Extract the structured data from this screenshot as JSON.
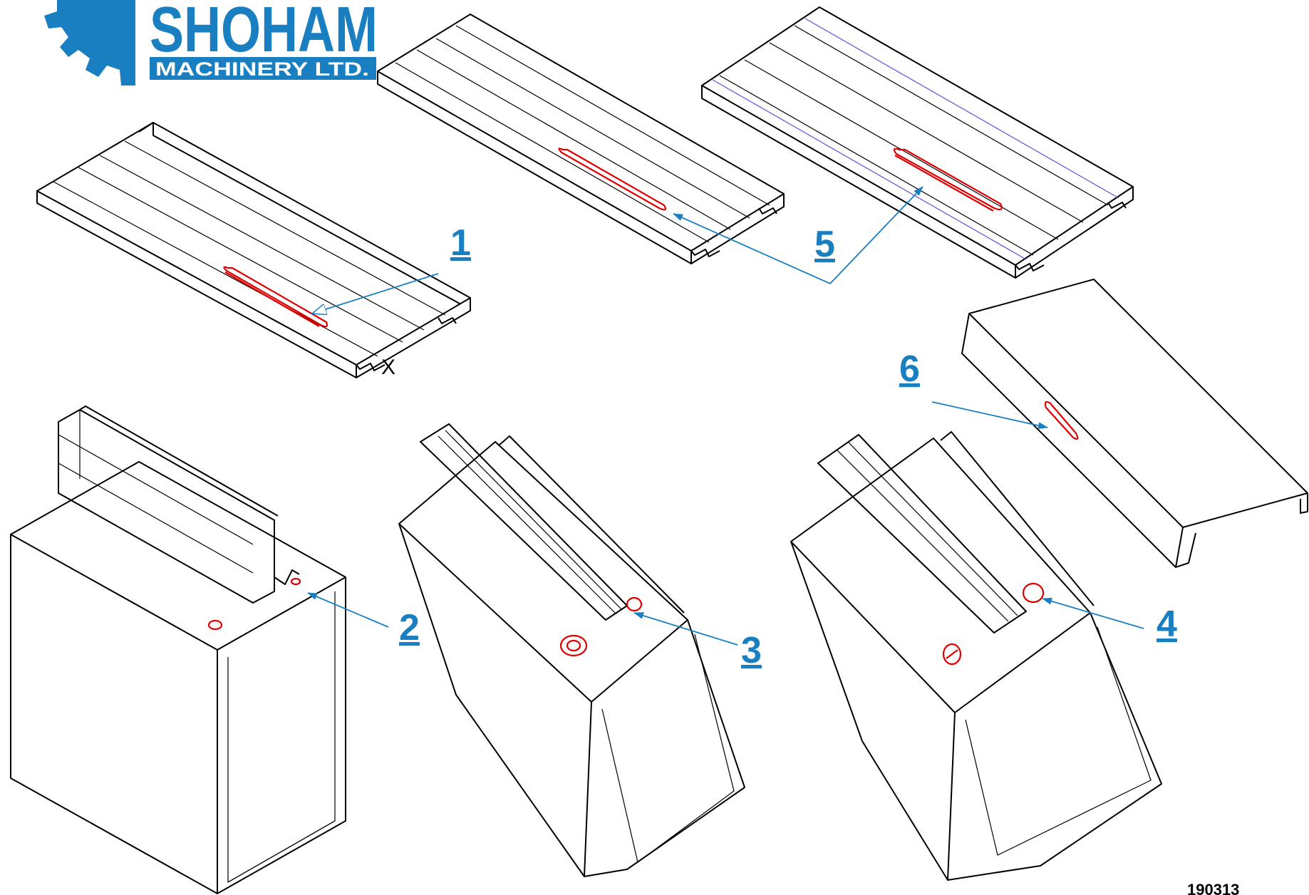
{
  "logo": {
    "name": "SHOHAM",
    "subtitle": "MACHINERY LTD.",
    "brand_color": "#1a7fc1",
    "icon": "gear-icon"
  },
  "markers": {
    "axis_mark": "X"
  },
  "callouts": [
    {
      "label": "1"
    },
    {
      "label": "2"
    },
    {
      "label": "3"
    },
    {
      "label": "4"
    },
    {
      "label": "5"
    },
    {
      "label": "6"
    }
  ],
  "document": {
    "number": "190313"
  },
  "colors": {
    "line": "#000000",
    "callout": "#1a7fc1",
    "hole": "#e00000",
    "guide": "#6b4ad6"
  }
}
